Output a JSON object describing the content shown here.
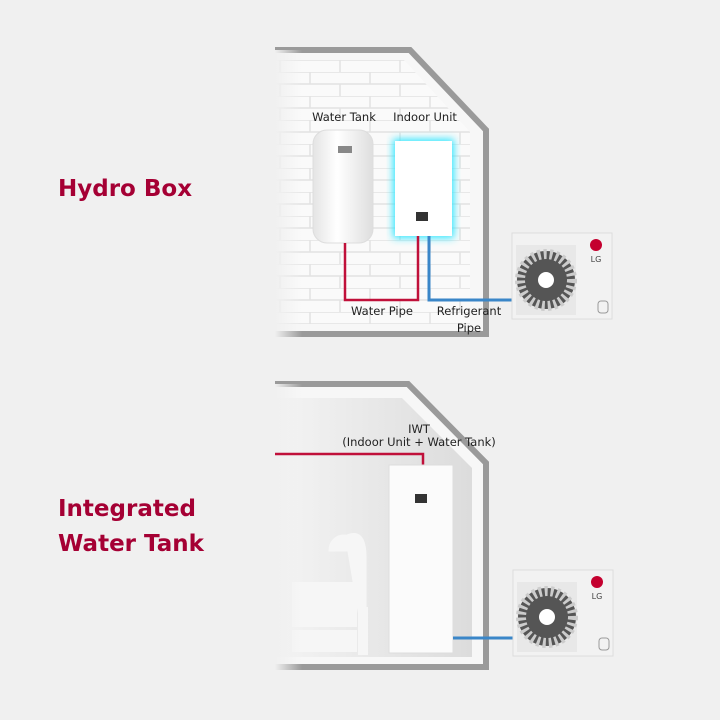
{
  "sections": [
    {
      "title_lines": [
        "Hydro Box"
      ],
      "labels": {
        "water_tank": "Water Tank",
        "indoor_unit": "Indoor Unit",
        "water_pipe": "Water Pipe",
        "refrigerant_pipe_1": "Refrigerant",
        "refrigerant_pipe_2": "Pipe"
      }
    },
    {
      "title_lines": [
        "Integrated",
        "Water Tank"
      ],
      "labels": {
        "iwt": "IWT",
        "iwt_desc": "(Indoor Unit + Water Tank)"
      }
    }
  ],
  "outdoor_unit": {
    "brand": "LG"
  },
  "colors": {
    "heading": "#a50034",
    "water_pipe": "#c0103a",
    "refrigerant_pipe": "#3a86c8",
    "glow": "#2ee6ff",
    "outline": "#9a9a9a"
  }
}
